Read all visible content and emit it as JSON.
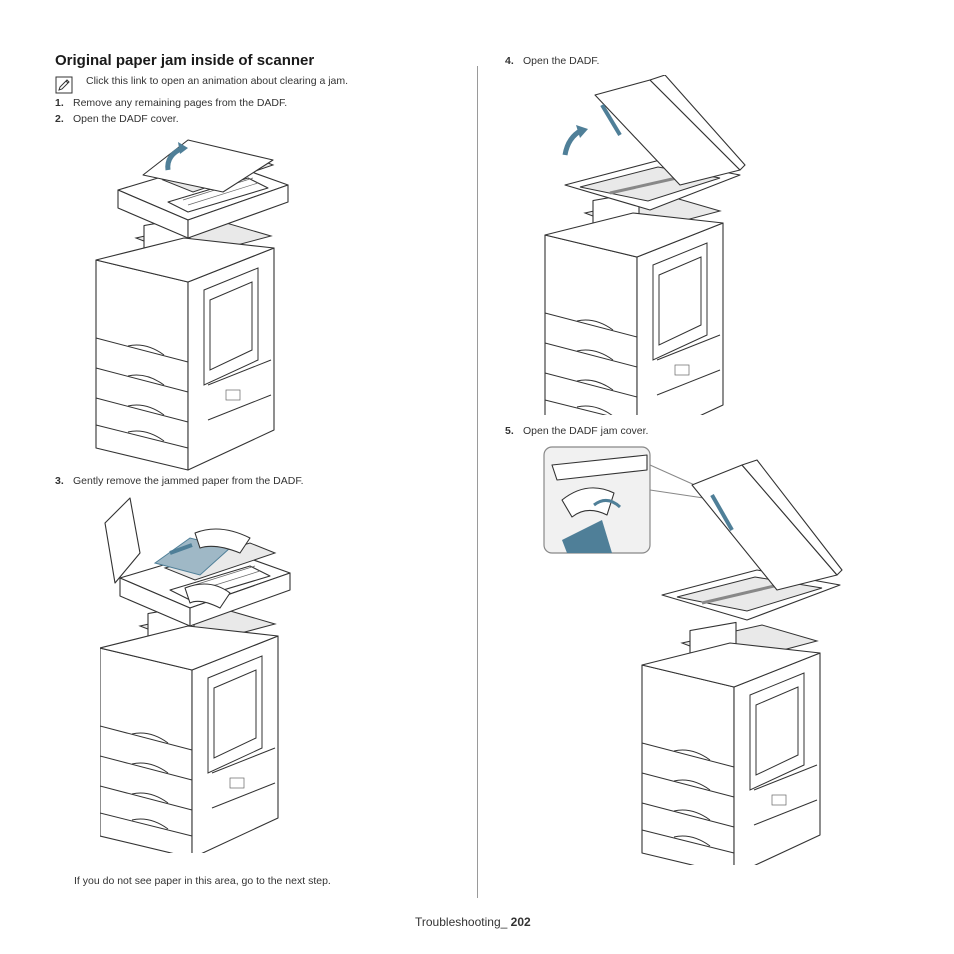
{
  "section": {
    "title": "Original paper jam inside of scanner",
    "note": "Click this link to open an animation about clearing a jam."
  },
  "steps": [
    {
      "num": "1.",
      "text": "Remove any remaining pages from the DADF."
    },
    {
      "num": "2.",
      "text": "Open the DADF cover."
    },
    {
      "num": "3.",
      "text": "Gently remove the jammed paper from the DADF."
    },
    {
      "num": "4.",
      "text": "Open the DADF."
    },
    {
      "num": "5.",
      "text": "Open the DADF jam cover."
    }
  ],
  "step3_note": "If you do not see paper in this area, go to the next step.",
  "footer": {
    "label": "Troubleshooting_",
    "page": "202"
  },
  "colors": {
    "accent_blue": "#4f7f98",
    "line": "#333333"
  }
}
